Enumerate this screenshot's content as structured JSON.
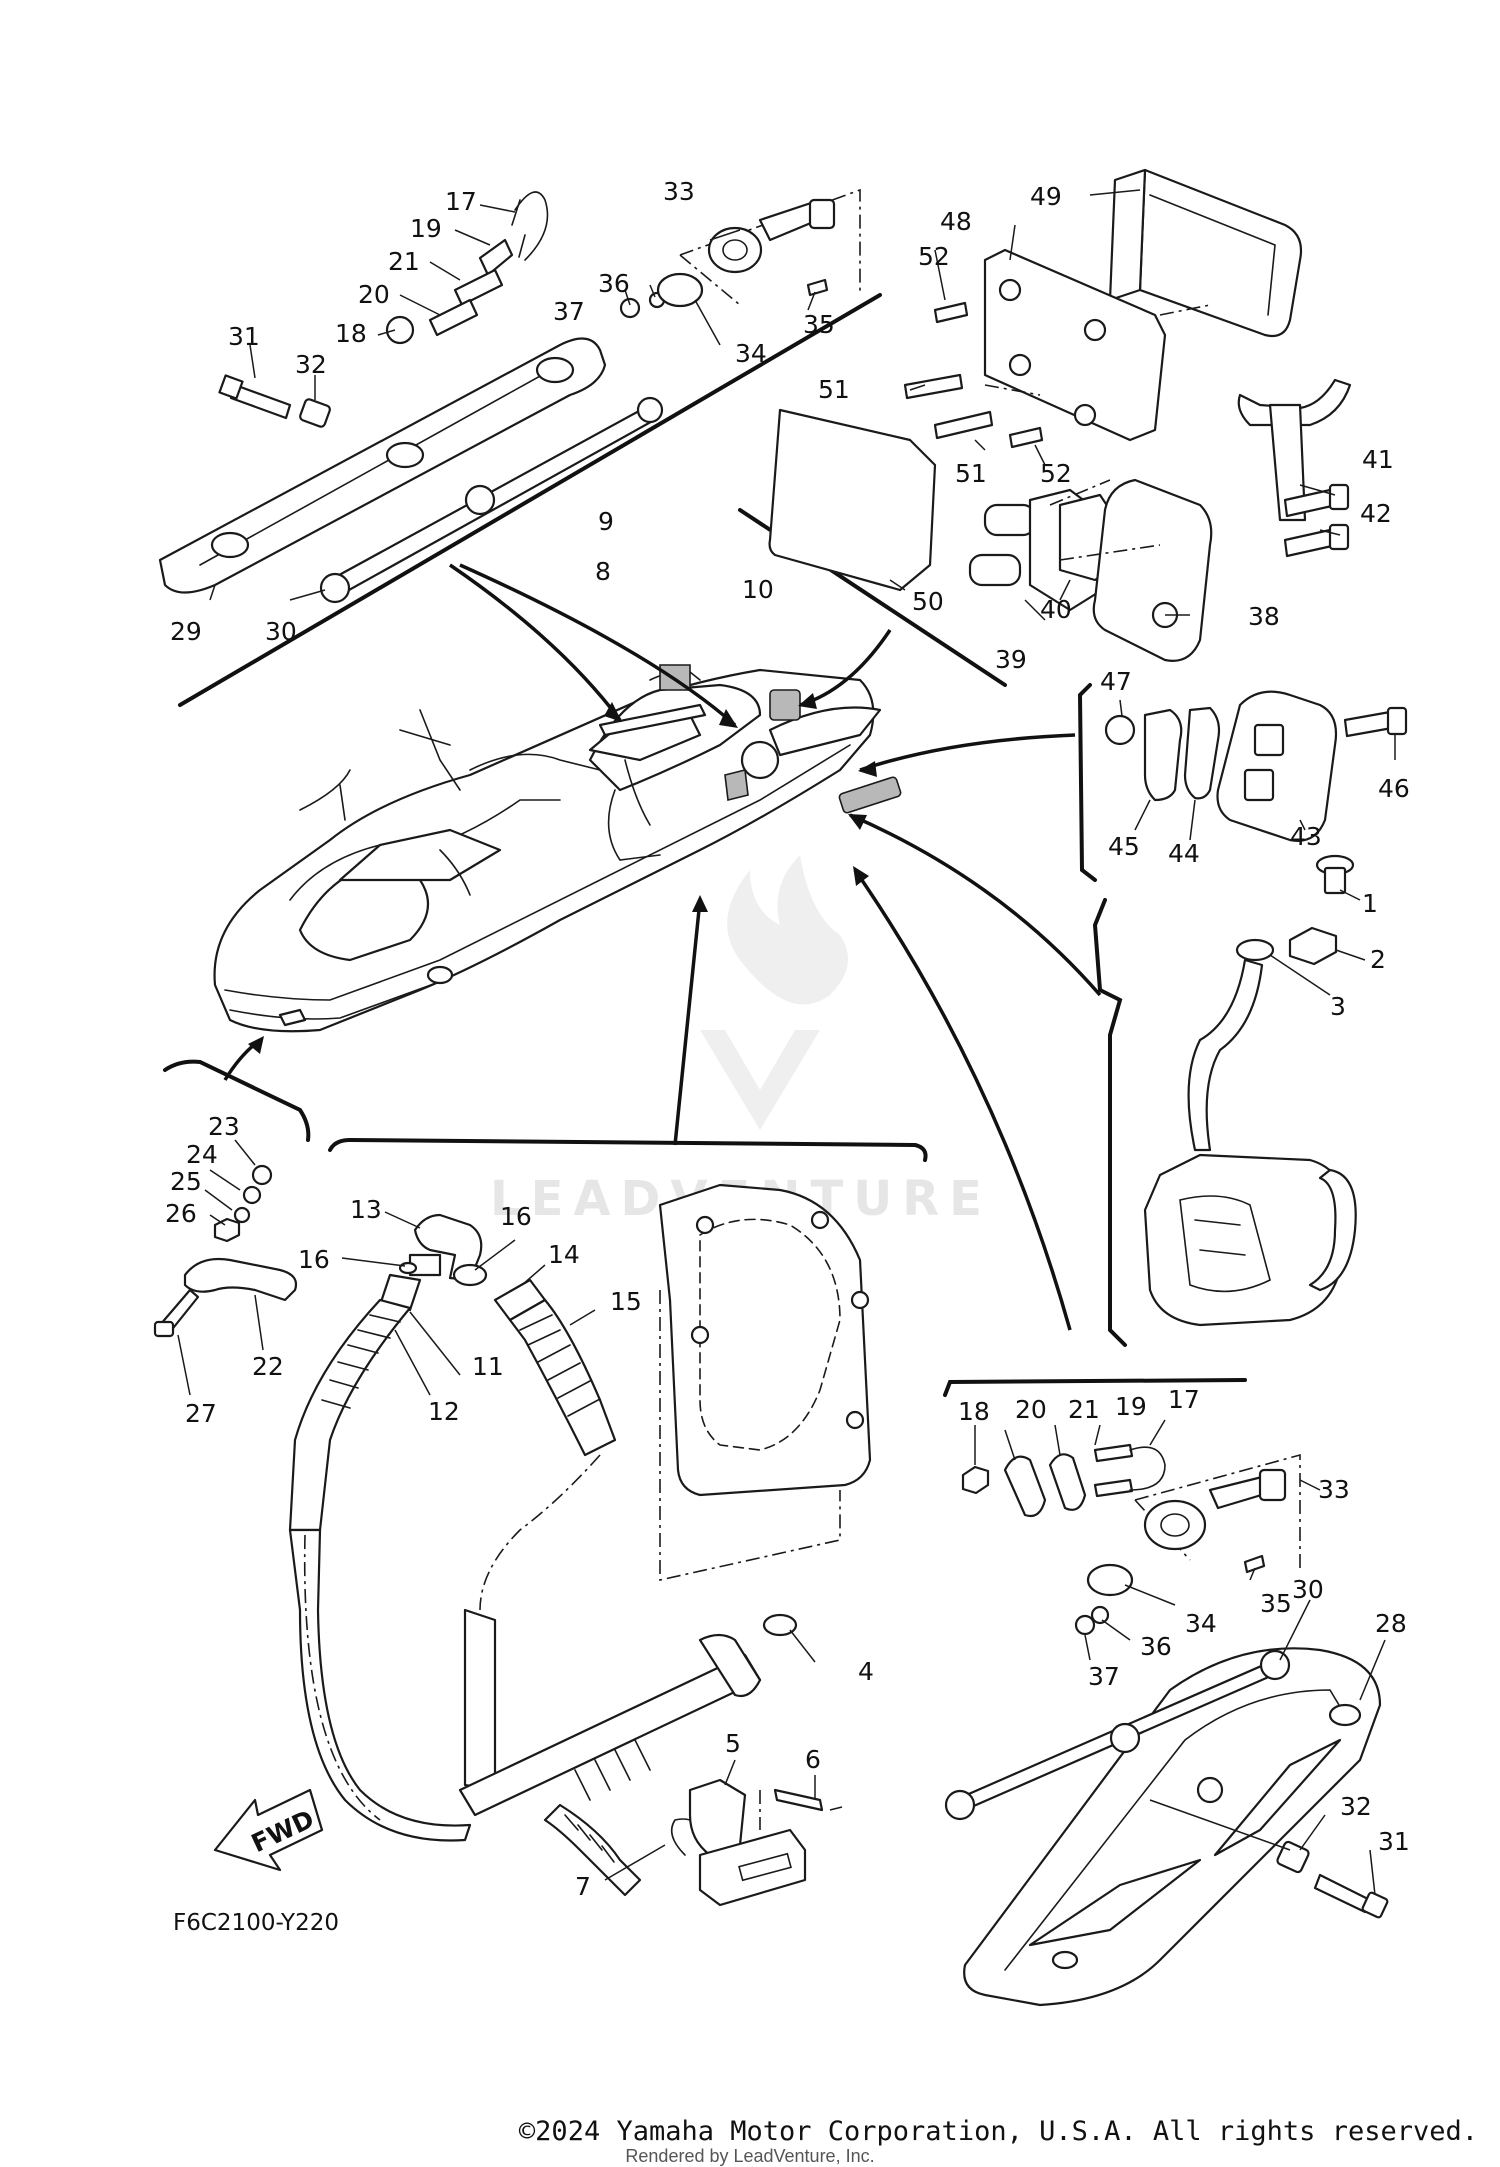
{
  "diagram": {
    "code": "F6C2100-Y220",
    "watermark": "LEADVENTURE",
    "fwd_label": "FWD",
    "labels": [
      {
        "id": "1",
        "text": "1"
      },
      {
        "id": "2",
        "text": "2"
      },
      {
        "id": "3",
        "text": "3"
      },
      {
        "id": "4",
        "text": "4"
      },
      {
        "id": "5",
        "text": "5"
      },
      {
        "id": "6",
        "text": "6"
      },
      {
        "id": "7",
        "text": "7"
      },
      {
        "id": "8",
        "text": "8"
      },
      {
        "id": "9",
        "text": "9"
      },
      {
        "id": "10",
        "text": "10"
      },
      {
        "id": "11",
        "text": "11"
      },
      {
        "id": "12",
        "text": "12"
      },
      {
        "id": "13",
        "text": "13"
      },
      {
        "id": "14",
        "text": "14"
      },
      {
        "id": "15",
        "text": "15"
      },
      {
        "id": "16a",
        "text": "16"
      },
      {
        "id": "16b",
        "text": "16"
      },
      {
        "id": "17a",
        "text": "17"
      },
      {
        "id": "17b",
        "text": "17"
      },
      {
        "id": "18a",
        "text": "18"
      },
      {
        "id": "18b",
        "text": "18"
      },
      {
        "id": "19a",
        "text": "19"
      },
      {
        "id": "19b",
        "text": "19"
      },
      {
        "id": "20a",
        "text": "20"
      },
      {
        "id": "20b",
        "text": "20"
      },
      {
        "id": "21a",
        "text": "21"
      },
      {
        "id": "21b",
        "text": "21"
      },
      {
        "id": "22",
        "text": "22"
      },
      {
        "id": "23",
        "text": "23"
      },
      {
        "id": "24",
        "text": "24"
      },
      {
        "id": "25",
        "text": "25"
      },
      {
        "id": "26",
        "text": "26"
      },
      {
        "id": "27",
        "text": "27"
      },
      {
        "id": "28",
        "text": "28"
      },
      {
        "id": "29",
        "text": "29"
      },
      {
        "id": "30a",
        "text": "30"
      },
      {
        "id": "30b",
        "text": "30"
      },
      {
        "id": "31a",
        "text": "31"
      },
      {
        "id": "31b",
        "text": "31"
      },
      {
        "id": "32a",
        "text": "32"
      },
      {
        "id": "32b",
        "text": "32"
      },
      {
        "id": "33a",
        "text": "33"
      },
      {
        "id": "33b",
        "text": "33"
      },
      {
        "id": "34a",
        "text": "34"
      },
      {
        "id": "34b",
        "text": "34"
      },
      {
        "id": "35a",
        "text": "35"
      },
      {
        "id": "35b",
        "text": "35"
      },
      {
        "id": "36a",
        "text": "36"
      },
      {
        "id": "36b",
        "text": "36"
      },
      {
        "id": "37a",
        "text": "37"
      },
      {
        "id": "37b",
        "text": "37"
      },
      {
        "id": "38",
        "text": "38"
      },
      {
        "id": "39",
        "text": "39"
      },
      {
        "id": "40",
        "text": "40"
      },
      {
        "id": "41",
        "text": "41"
      },
      {
        "id": "42",
        "text": "42"
      },
      {
        "id": "43",
        "text": "43"
      },
      {
        "id": "44",
        "text": "44"
      },
      {
        "id": "45",
        "text": "45"
      },
      {
        "id": "46",
        "text": "46"
      },
      {
        "id": "47",
        "text": "47"
      },
      {
        "id": "48",
        "text": "48"
      },
      {
        "id": "49",
        "text": "49"
      },
      {
        "id": "50",
        "text": "50"
      },
      {
        "id": "51a",
        "text": "51"
      },
      {
        "id": "51b",
        "text": "51"
      },
      {
        "id": "52a",
        "text": "52"
      },
      {
        "id": "52b",
        "text": "52"
      }
    ]
  },
  "footer": {
    "copyright": "©2024 Yamaha Motor Corporation, U.S.A. All rights reserved.",
    "rendered_by": "Rendered by LeadVenture, Inc."
  }
}
